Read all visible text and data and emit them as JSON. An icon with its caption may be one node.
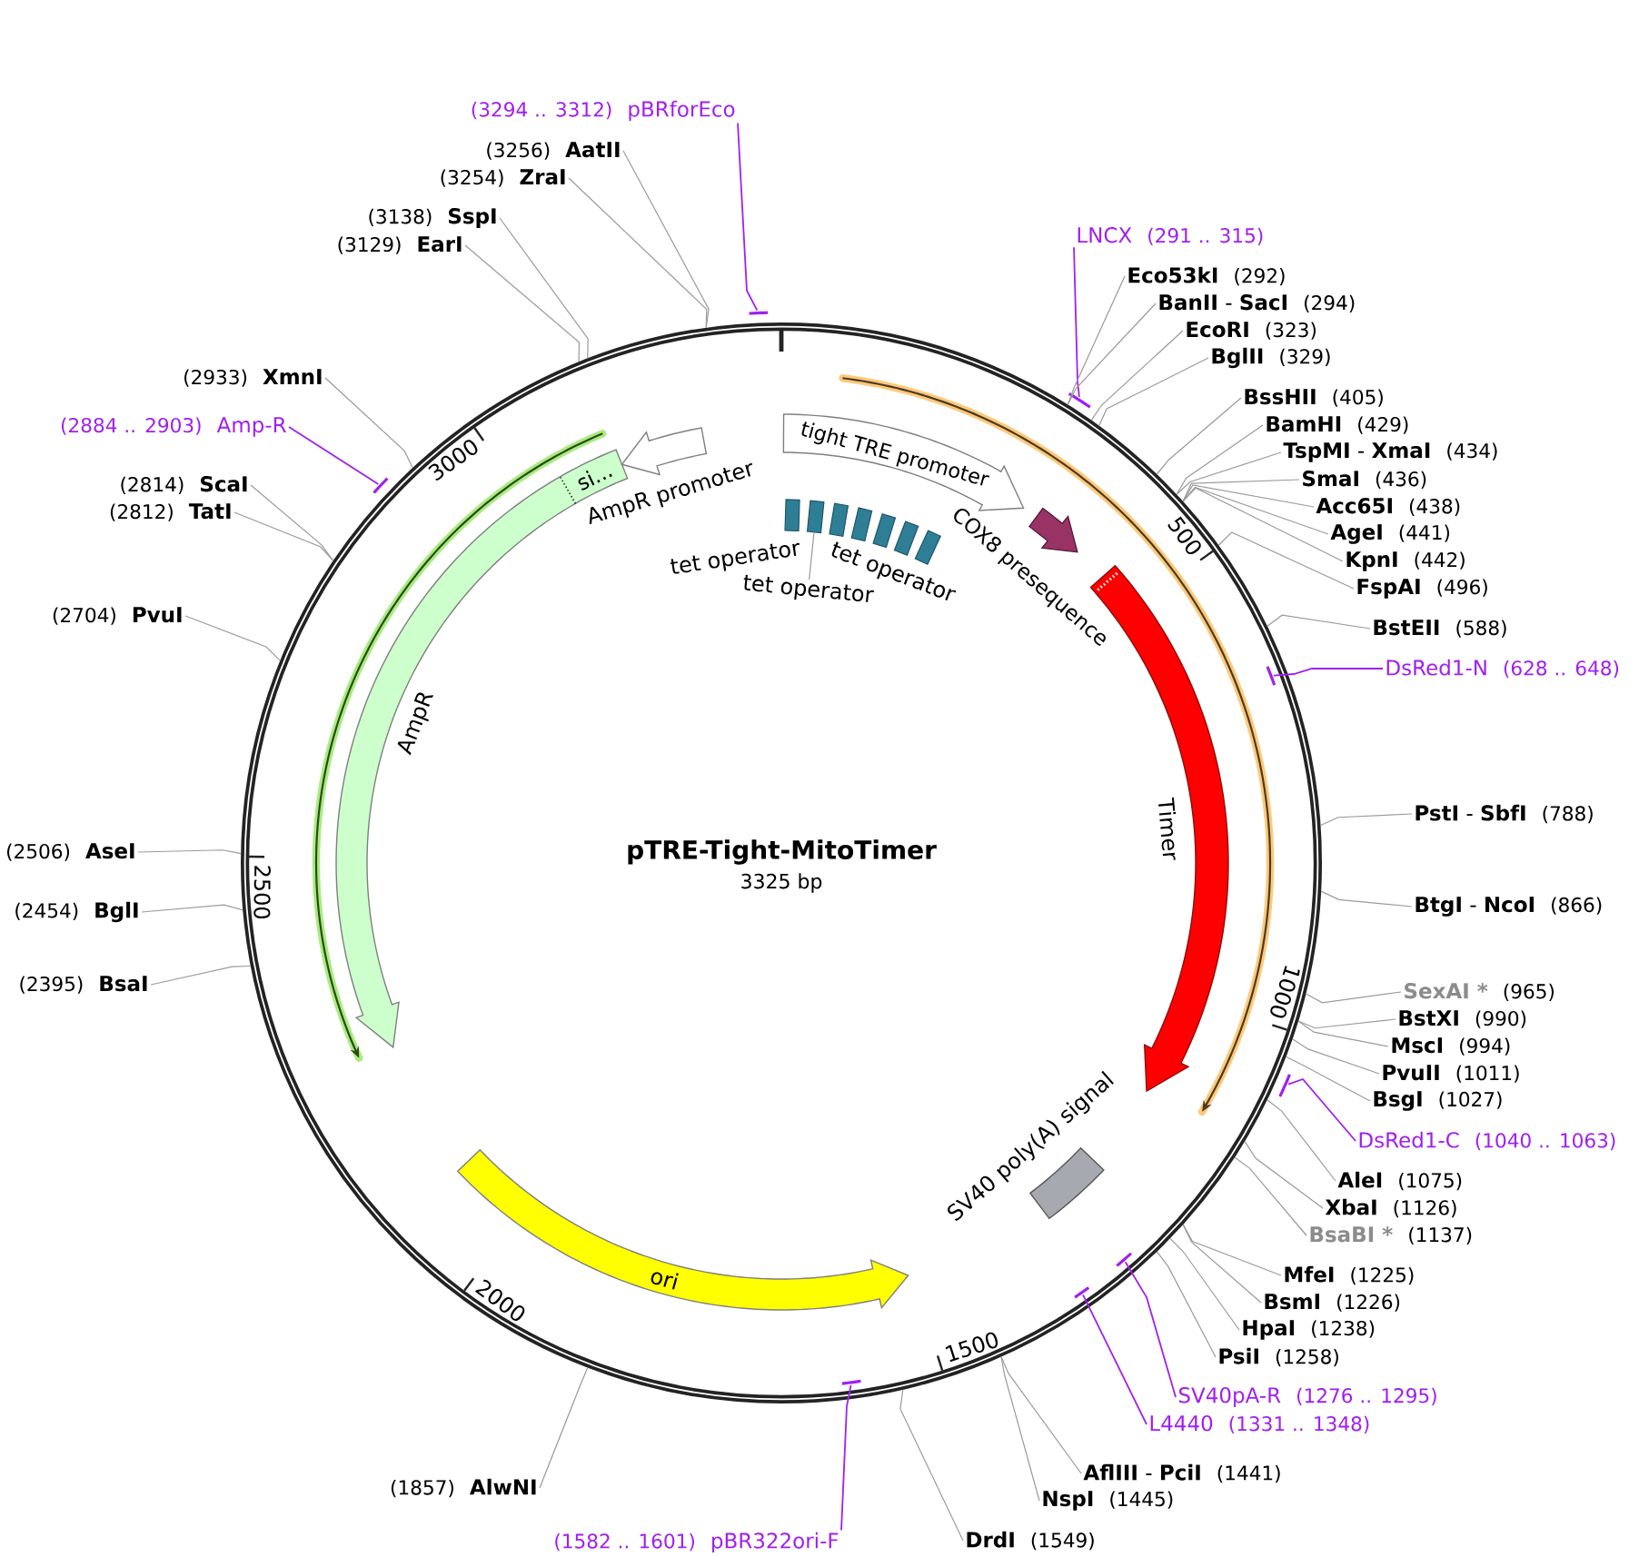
{
  "diagram": {
    "title": "pTRE-Tight-MitoTimer",
    "nodes": [
      {
        "text": [],
        "shape": "circle"
      },
      {
        "text": [
          "tight TRE promoter"
        ],
        "in": 0
      },
      {
        "text": [
          "tet operator"
        ],
        "in": 0
      },
      {
        "text": [],
        "shape": "box",
        "in": 0
      },
      {
        "text": [],
        "shape": "box",
        "in": 0
      },
      {
        "text": [],
        "shape": "box",
        "in": 0
      },
      {
        "text": [],
        "shape": "box",
        "in": 0
      },
      {
        "text": [
          "tet operator"
        ],
        "in": 0
      },
      {
        "text": [],
        "shape": "box",
        "in": 0
      },
      {
        "text": [
          "tet operator"
        ],
        "in": 0
      },
      {
        "text": [
          "COX8 presequence"
        ],
        "in": 0
      },
      {
        "text": [
          "Timer"
        ],
        "in": 0
      },
      {
        "text": [
          "SV40 poly(A) signal"
        ],
        "in": 0
      },
      {
        "text": [
          "ori"
        ],
        "in": 0
      },
      {
        "text": [
          "AmpR"
        ],
        "in": 0
      },
      {
        "text": [
          "si..."
        ],
        "in": 14
      },
      {
        "text": [
          "AmpR promoter"
        ],
        "in": 0
      },
      {
        "text": [
          "LNCX",
          "(291 .. 315)"
        ]
      },
      {
        "text": [],
        "shape": "bar"
      },
      {
        "text": [
          "Eco53kI",
          "(292)"
        ]
      },
      {
        "text": [
          "**BanII** - **SacI**",
          "(294)"
        ]
      },
      {
        "text": [
          "EcoRI",
          "(323)"
        ]
      },
      {
        "text": [
          "BglII",
          "(329)"
        ]
      },
      {
        "text": [
          "BssHII",
          "(405)"
        ]
      },
      {
        "text": [
          "BamHI",
          "(429)"
        ]
      },
      {
        "text": [
          "**TspMI** - **XmaI**",
          "(434)"
        ]
      },
      {
        "text": [
          "SmaI",
          "(436)"
        ]
      },
      {
        "text": [
          "Acc65I",
          "(438)"
        ]
      },
      {
        "text": [
          "AgeI",
          "(441)"
        ]
      },
      {
        "text": [
          "KpnI",
          "(442)"
        ]
      },
      {
        "text": [
          "FspAI",
          "(496)"
        ]
      },
      {
        "text": [
          "BstEII",
          "(588)"
        ]
      },
      {
        "text": [
          "DsRed1-N",
          "(628 .. 648)"
        ]
      },
      {
        "text": [],
        "shape": "bar",
        "in": 0
      },
      {
        "text": [
          "**PstI** - **SbfI**",
          "(788)"
        ]
      },
      {
        "text": [
          "**BtgI** - **NcoI**",
          "(866)"
        ]
      },
      {
        "text": [
          "SexAI *",
          "(965)"
        ]
      },
      {
        "text": [
          "BstXI",
          "(990)"
        ]
      },
      {
        "text": [
          "MscI",
          "(994)"
        ]
      },
      {
        "text": [
          "PvuII",
          "(1011)"
        ]
      },
      {
        "text": [
          "BsgI",
          "(1027)"
        ]
      },
      {
        "text": [
          "DsRed1-C",
          "(1040 .. 1063)"
        ]
      },
      {
        "text": [],
        "shape": "bar"
      },
      {
        "text": [
          "AleI",
          "(1075)"
        ]
      },
      {
        "text": [
          "XbaI",
          "(1126)"
        ]
      },
      {
        "text": [
          "BsaBI *",
          "(1137)"
        ]
      },
      {
        "text": [
          "MfeI",
          "(1225)"
        ]
      },
      {
        "text": [
          "BsmI",
          "(1226)"
        ]
      },
      {
        "text": [
          "HpaI",
          "(1238)"
        ]
      },
      {
        "text": [
          "PsiI",
          "(1258)"
        ]
      },
      {
        "text": [
          "SV40pA-R",
          "(1276 .. 1295)"
        ]
      },
      {
        "text": [],
        "shape": "bar",
        "in": 0
      },
      {
        "text": [
          "L4440",
          "(1331 .. 1348)"
        ]
      },
      {
        "text": [],
        "shape": "bar",
        "in": 0
      },
      {
        "text": [
          "**AflIII** - **PciI**",
          "(1441)"
        ]
      },
      {
        "text": [
          "NspI",
          "(1445)"
        ]
      },
      {
        "text": [
          "DrdI",
          "(1549)"
        ]
      },
      {
        "text": [
          "(1582 .. 1601)",
          "pBR322ori-F"
        ]
      },
      {
        "text": [],
        "shape": "bar",
        "in": 0
      },
      {
        "text": [
          "(1857)",
          "AlwNI"
        ]
      },
      {
        "text": [
          "(2395)",
          "BsaI"
        ]
      },
      {
        "text": [
          "(2454)",
          "BglI"
        ]
      },
      {
        "text": [
          "(2506)",
          "AseI"
        ]
      },
      {
        "text": [
          "(2704)",
          "PvuI"
        ]
      },
      {
        "text": [
          "(2812)",
          "TatI"
        ]
      },
      {
        "text": [
          "(2814)",
          "ScaI"
        ]
      },
      {
        "text": [
          "(2884 .. 2903)",
          "Amp-R"
        ]
      },
      {
        "text": [],
        "shape": "bar"
      },
      {
        "text": [
          "(2933)",
          "XmnI"
        ]
      },
      {
        "text": [
          "(3129)",
          "EarI"
        ]
      },
      {
        "text": [
          "(3138)",
          "SspI"
        ]
      },
      {
        "text": [
          "(3254)",
          "ZraI"
        ]
      },
      {
        "text": [
          "(3256)",
          "AatII"
        ]
      },
      {
        "text": [
          "(3294 .. 3312)",
          "pBRforEco"
        ]
      },
      {
        "text": [],
        "shape": "bar"
      }
    ],
    "edges": [
      {
        "from": 9,
        "to": 3,
        "arrow": "none"
      },
      {
        "from": 17,
        "to": 18,
        "arrow": "none",
        "color": "#a020f0"
      },
      {
        "from": 19,
        "to": 0,
        "arrow": "none"
      },
      {
        "from": 20,
        "to": 0,
        "arrow": "none"
      },
      {
        "from": 21,
        "to": 0,
        "arrow": "none"
      },
      {
        "from": 22,
        "to": 0,
        "arrow": "none"
      },
      {
        "from": 23,
        "to": 0,
        "arrow": "none"
      },
      {
        "from": 24,
        "to": 0,
        "arrow": "none"
      },
      {
        "from": 25,
        "to": 0,
        "arrow": "none"
      },
      {
        "from": 26,
        "to": 0,
        "arrow": "none"
      },
      {
        "from": 27,
        "to": 0,
        "arrow": "none"
      },
      {
        "from": 28,
        "to": 0,
        "arrow": "none"
      },
      {
        "from": 29,
        "to": 0,
        "arrow": "none"
      },
      {
        "from": 30,
        "to": 0,
        "arrow": "none"
      },
      {
        "from": 31,
        "to": 0,
        "arrow": "none"
      },
      {
        "from": 32,
        "to": 33,
        "arrow": "none",
        "color": "#a020f0"
      },
      {
        "from": 34,
        "to": 0,
        "arrow": "none"
      },
      {
        "from": 35,
        "to": 0,
        "arrow": "none"
      },
      {
        "from": 36,
        "to": 0,
        "arrow": "none"
      },
      {
        "from": 37,
        "to": 0,
        "arrow": "none"
      },
      {
        "from": 38,
        "to": 0,
        "arrow": "none"
      },
      {
        "from": 39,
        "to": 0,
        "arrow": "none"
      },
      {
        "from": 40,
        "to": 0,
        "arrow": "none"
      },
      {
        "from": 41,
        "to": 42,
        "arrow": "none",
        "color": "#a020f0"
      },
      {
        "from": 43,
        "to": 0,
        "arrow": "none"
      },
      {
        "from": 44,
        "to": 0,
        "arrow": "none"
      },
      {
        "from": 45,
        "to": 0,
        "arrow": "none"
      },
      {
        "from": 46,
        "to": 0,
        "arrow": "none"
      },
      {
        "from": 47,
        "to": 0,
        "arrow": "none"
      },
      {
        "from": 48,
        "to": 0,
        "arrow": "none"
      },
      {
        "from": 49,
        "to": 0,
        "arrow": "none"
      },
      {
        "from": 50,
        "to": 51,
        "arrow": "none",
        "color": "#a020f0"
      },
      {
        "from": 52,
        "to": 53,
        "arrow": "none",
        "color": "#a020f0"
      },
      {
        "from": 54,
        "to": 0,
        "arrow": "none"
      },
      {
        "from": 55,
        "to": 0,
        "arrow": "none"
      },
      {
        "from": 56,
        "to": 0,
        "arrow": "none"
      },
      {
        "from": 57,
        "to": 58,
        "arrow": "none",
        "color": "#a020f0"
      },
      {
        "from": 59,
        "to": 0,
        "arrow": "none"
      },
      {
        "from": 60,
        "to": 0,
        "arrow": "none"
      },
      {
        "from": 61,
        "to": 0,
        "arrow": "none"
      },
      {
        "from": 62,
        "to": 0,
        "arrow": "none"
      },
      {
        "from": 63,
        "to": 0,
        "arrow": "none"
      },
      {
        "from": 64,
        "to": 0,
        "arrow": "none"
      },
      {
        "from": 65,
        "to": 0,
        "arrow": "none"
      },
      {
        "from": 66,
        "to": 67,
        "arrow": "none",
        "color": "#a020f0"
      },
      {
        "from": 68,
        "to": 0,
        "arrow": "none"
      },
      {
        "from": 69,
        "to": 0,
        "arrow": "none"
      },
      {
        "from": 70,
        "to": 0,
        "arrow": "none"
      },
      {
        "from": 71,
        "to": 0,
        "arrow": "none"
      },
      {
        "from": 72,
        "to": 0,
        "arrow": "none"
      },
      {
        "from": 73,
        "to": 74,
        "arrow": "none",
        "color": "#a020f0"
      }
    ],
    "labels": [
      "3325 bp",
      "500",
      "1000",
      "1500",
      "2000",
      "2500",
      "3000"
    ]
  }
}
